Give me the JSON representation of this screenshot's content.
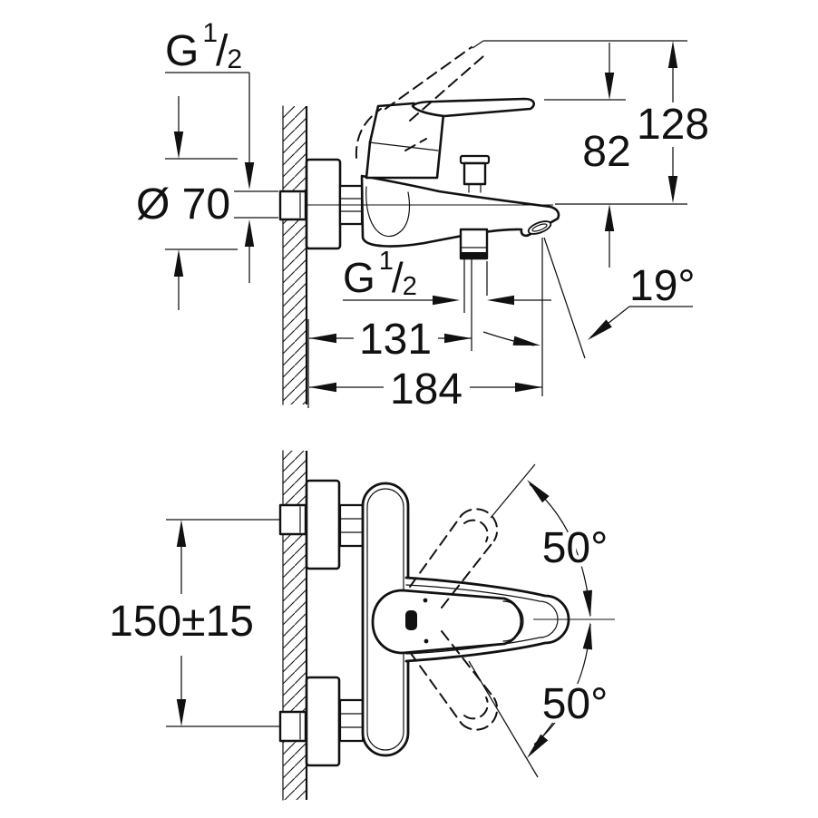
{
  "drawing": {
    "background": "#ffffff",
    "ink": "#111111",
    "side_view": {
      "labels": {
        "inlet_thread": {
          "prefix": "G",
          "numerator": "1",
          "slash": "/",
          "denominator": "2"
        },
        "escutcheon_diameter": "Ø 70",
        "height_handle_closed": "82",
        "height_handle_open": "128",
        "outlet_thread": {
          "prefix": "G",
          "numerator": "1",
          "slash": "/",
          "denominator": "2"
        },
        "reach_to_outlet": "131",
        "reach_total": "184",
        "spout_angle": "19°"
      }
    },
    "plan_view": {
      "labels": {
        "inlet_spacing": "150±15",
        "swivel_upper": "50°",
        "swivel_lower": "50°"
      }
    }
  }
}
